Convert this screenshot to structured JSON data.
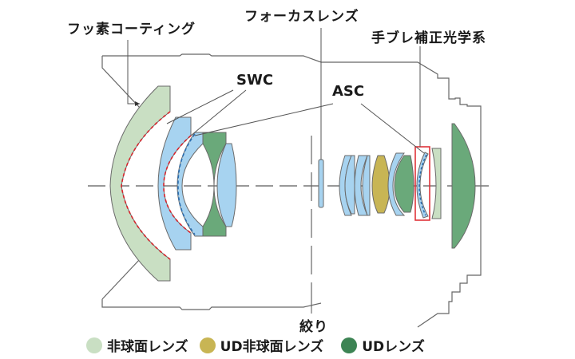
{
  "title": "Lens construction diagram",
  "labels": {
    "fluorine_coating": "フッ素コーティング",
    "focus_lens": "フォーカスレンズ",
    "image_stabilizer": "手ブレ補正光学系",
    "swc": "SWC",
    "asc": "ASC",
    "aperture": "絞り"
  },
  "legend": [
    {
      "label": "非球面レンズ",
      "color": "#c9dfc3",
      "name": "aspherical-lens"
    },
    {
      "label": "UD非球面レンズ",
      "color": "#c8b554",
      "name": "ud-aspherical-lens"
    },
    {
      "label": "UDレンズ",
      "color": "#3d8454",
      "name": "ud-lens"
    }
  ],
  "colors": {
    "standard_lens": "#a7d3f0",
    "aspherical_lens": "#c9dfc3",
    "ud_aspherical_lens": "#c8b554",
    "ud_lens": "#6aa97a",
    "swc_coating": "#d9222a",
    "asc_coating": "#2a6db0",
    "stabilizer_box": "#e0333a",
    "outline": "#555555"
  }
}
